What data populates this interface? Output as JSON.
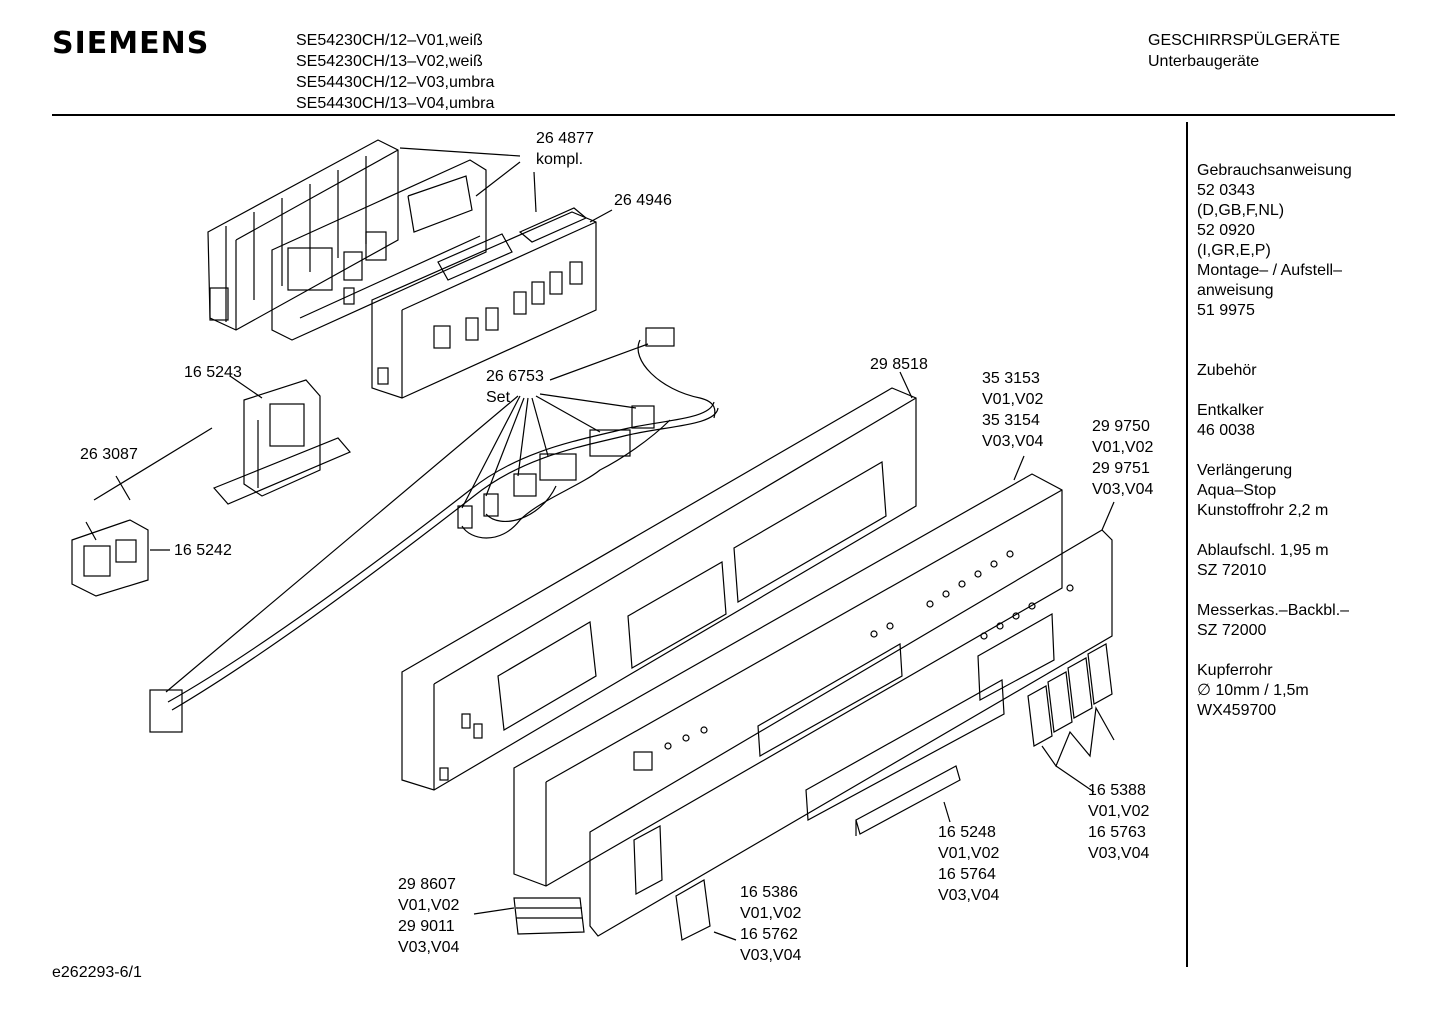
{
  "header": {
    "brand": "SIEMENS",
    "models": [
      "SE54230CH/12–V01,weiß",
      "SE54230CH/13–V02,weiß",
      "SE54430CH/12–V03,umbra",
      "SE54430CH/13–V04,umbra"
    ],
    "category_lines": [
      "GESCHIRRSPÜLGERÄTE",
      "Unterbaugeräte"
    ]
  },
  "sidebar": [
    {
      "lines": [
        "Gebrauchsanweisung",
        "52 0343",
        "(D,GB,F,NL)",
        "52 0920",
        "(I,GR,E,P)",
        "Montage– / Aufstell–",
        "anweisung",
        "51 9975"
      ]
    },
    {
      "lines": [
        "Zubehör"
      ]
    },
    {
      "lines": [
        "Entkalker",
        "46 0038"
      ]
    },
    {
      "lines": [
        "Verlängerung",
        "Aqua–Stop",
        "Kunstoffrohr 2,2 m"
      ]
    },
    {
      "lines": [
        "Ablaufschl. 1,95 m",
        "SZ 72010"
      ]
    },
    {
      "lines": [
        "Messerkas.–Backbl.–",
        "SZ 72000"
      ]
    },
    {
      "lines": [
        "Kupferrohr",
        "∅ 10mm / 1,5m",
        "WX459700"
      ]
    }
  ],
  "parts": [
    {
      "lines": [
        "26 4877",
        "kompl."
      ]
    },
    {
      "lines": [
        "26 4946"
      ]
    },
    {
      "lines": [
        "16 5243"
      ]
    },
    {
      "lines": [
        "26 6753",
        "Set"
      ]
    },
    {
      "lines": [
        "29 8518"
      ]
    },
    {
      "lines": [
        "35 3153",
        "V01,V02",
        "35 3154",
        "V03,V04"
      ]
    },
    {
      "lines": [
        "29 9750",
        "V01,V02",
        "29 9751",
        "V03,V04"
      ]
    },
    {
      "lines": [
        "26 3087"
      ]
    },
    {
      "lines": [
        "16 5242"
      ]
    },
    {
      "lines": [
        "16 5388",
        "V01,V02",
        "16 5763",
        "V03,V04"
      ]
    },
    {
      "lines": [
        "16 5248",
        "V01,V02",
        "16 5764",
        "V03,V04"
      ]
    },
    {
      "lines": [
        "29 8607",
        "V01,V02",
        "29 9011",
        "V03,V04"
      ]
    },
    {
      "lines": [
        "16 5386",
        "V01,V02",
        "16 5762",
        "V03,V04"
      ]
    }
  ],
  "footer": {
    "drawing_ref": "e262293-6/1"
  }
}
